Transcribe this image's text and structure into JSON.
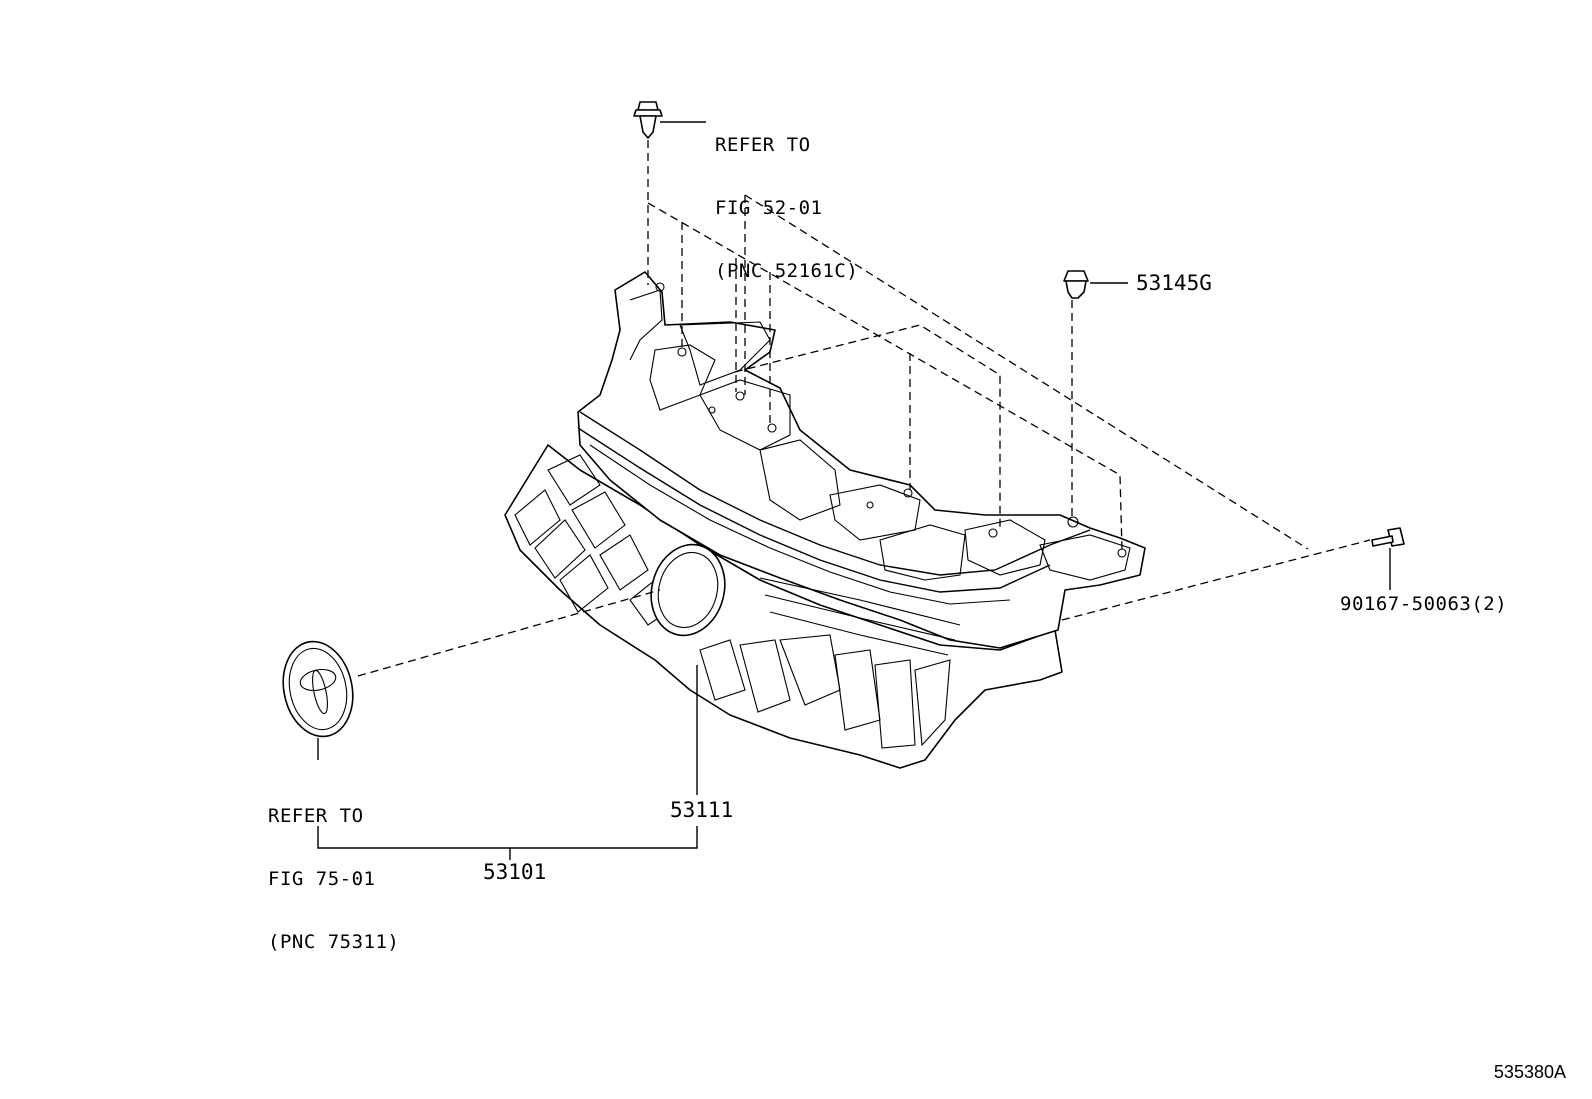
{
  "callouts": {
    "clip_ref": {
      "line1": "REFER TO",
      "line2": "FIG 52-01",
      "line3": "(PNC 52161C)"
    },
    "clip_53145g": "53145G",
    "screw": "90167-50063(2)",
    "emblem_ref": {
      "line1": "REFER TO",
      "line2": "FIG 75-01",
      "line3": "(PNC 75311)"
    },
    "grille_53111": "53111",
    "assembly_53101": "53101"
  },
  "figure_id": "535380A"
}
